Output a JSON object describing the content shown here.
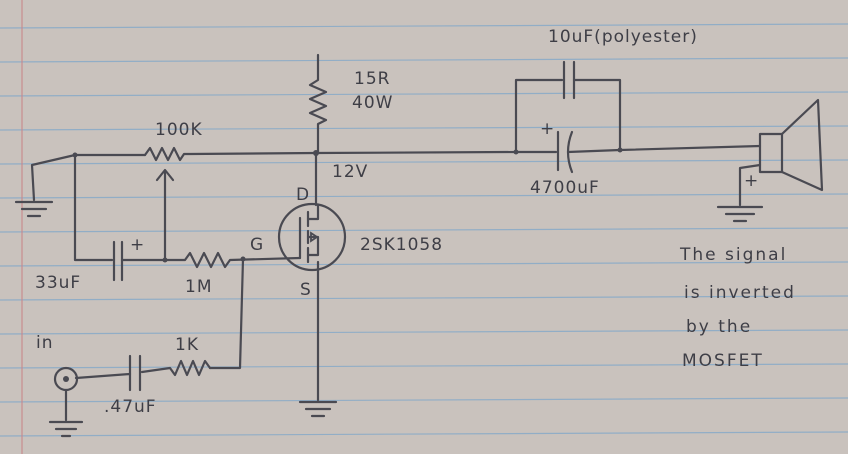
{
  "labels": {
    "r_load": "15R",
    "r_load_power": "40W",
    "supply": "12V",
    "pot": "100K",
    "cap_bypass": "10uF(polyester)",
    "cap_out": "4700uF",
    "cap_feedback": "33uF",
    "r_bias": "1M",
    "r_in": "1K",
    "cap_in": ".47uF",
    "mosfet": "2SK1058",
    "pin_d": "D",
    "pin_g": "G",
    "pin_s": "S",
    "input": "in",
    "plus_cap_out": "+",
    "plus_cap_fb": "+",
    "plus_speaker": "+",
    "note_line1": "The signal",
    "note_line2": "is inverted",
    "note_line3": "by the",
    "note_line4": "MOSFET"
  },
  "colors": {
    "paper": "#c9c2bd",
    "ink": "#4a4a52",
    "rule": "#7fa7c9",
    "margin": "#c9898c"
  }
}
